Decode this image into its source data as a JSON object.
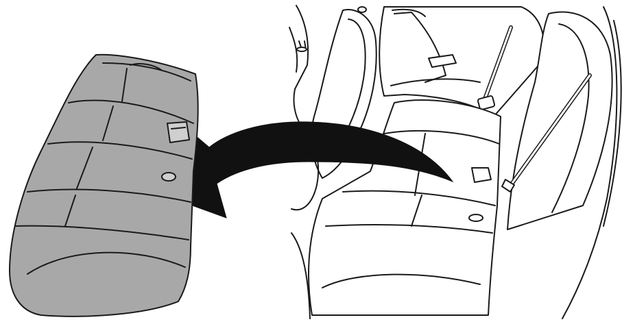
{
  "figure": {
    "background": "#ffffff",
    "line_color": "#1a1a1a",
    "removed_cushion_fill": "#a8a8a8",
    "arrow_fill": "#111111",
    "cabin_fill": "#ffffff"
  },
  "parts": {
    "removed_cushion": "removed-rear-seat-cushion",
    "arrow": "removal-direction-arrow",
    "installed_seat": "rear-seat-in-vehicle"
  }
}
